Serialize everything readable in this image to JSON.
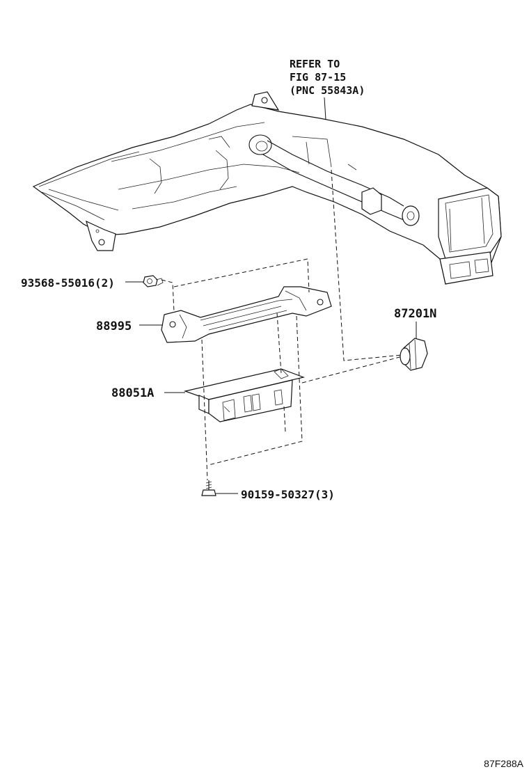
{
  "refer": {
    "line1": "REFER TO",
    "line2": "FIG 87-15",
    "line3": "(PNC 55843A)"
  },
  "callouts": {
    "nut": "93568-55016(2)",
    "bracket": "88995",
    "amplifier": "88051A",
    "grommet": "87201N",
    "screw": "90159-50327(3)"
  },
  "figure_code": "87F288A"
}
